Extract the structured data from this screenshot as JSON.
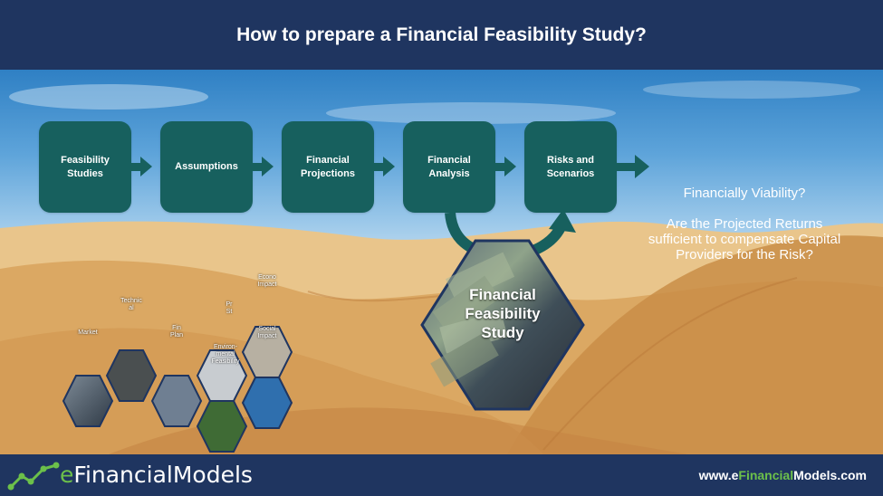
{
  "title": "How to prepare a Financial Feasibility Study?",
  "steps": [
    {
      "label": "Feasibility\nStudies"
    },
    {
      "label": "Assumptions"
    },
    {
      "label": "Financial\nProjections"
    },
    {
      "label": "Financial\nAnalysis"
    },
    {
      "label": "Risks and\nScenarios"
    }
  ],
  "center": {
    "label": "Financial\nFeasibility\nStudy"
  },
  "small_hexes": [
    {
      "label": "Market"
    },
    {
      "label": "Technic\nal"
    },
    {
      "label": "Fin\nPlan"
    },
    {
      "label": "Pr\nSt"
    },
    {
      "label": "Econo\nImpact"
    },
    {
      "label": "Social\nImpact"
    },
    {
      "label": "Environ-\nmental\nFeasibility"
    }
  ],
  "questions": {
    "q1": "Financially Viability?",
    "q2": "Are the Projected Returns sufficient to compensate Capital Providers for the Risk?"
  },
  "footer": {
    "logo_e": "e",
    "logo_rest": "FinancialModels",
    "url_prefix": "www.e",
    "url_accent": "Financial",
    "url_suffix": "Models.com"
  },
  "colors": {
    "header": "#1f3560",
    "step": "#17605e",
    "accent": "#6cc04a"
  }
}
